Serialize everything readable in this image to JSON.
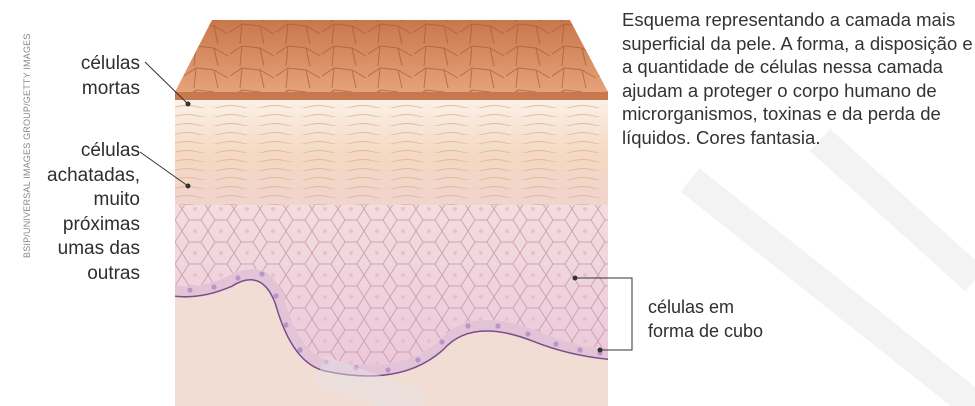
{
  "credit": "BSIP/UNIVERSAL IMAGES GROUP/GETTY IMAGES",
  "labels": {
    "dead_cells": [
      "células",
      "mortas"
    ],
    "flat_cells": [
      "células",
      "achatadas,",
      "muito",
      "próximas",
      "umas das",
      "outras"
    ],
    "cube_cells": [
      "células em",
      "forma de cubo"
    ]
  },
  "caption": "Esquema representando a camada mais superficial da pele. A forma, a disposição e a quantidade de células nessa camada ajudam a proteger o corpo humano de microrganismos, toxinas e da perda de líquidos. Cores fantasia.",
  "colors": {
    "surface_top": "#d98f62",
    "surface_dark": "#b9683d",
    "flat_layer": "#f6e3d3",
    "cell_pink": "#efd3de",
    "cell_border": "#c99aa9",
    "basal_line": "#7a4d8c",
    "nucleus": "#b995c8",
    "watermark": "#e5e5e5"
  }
}
